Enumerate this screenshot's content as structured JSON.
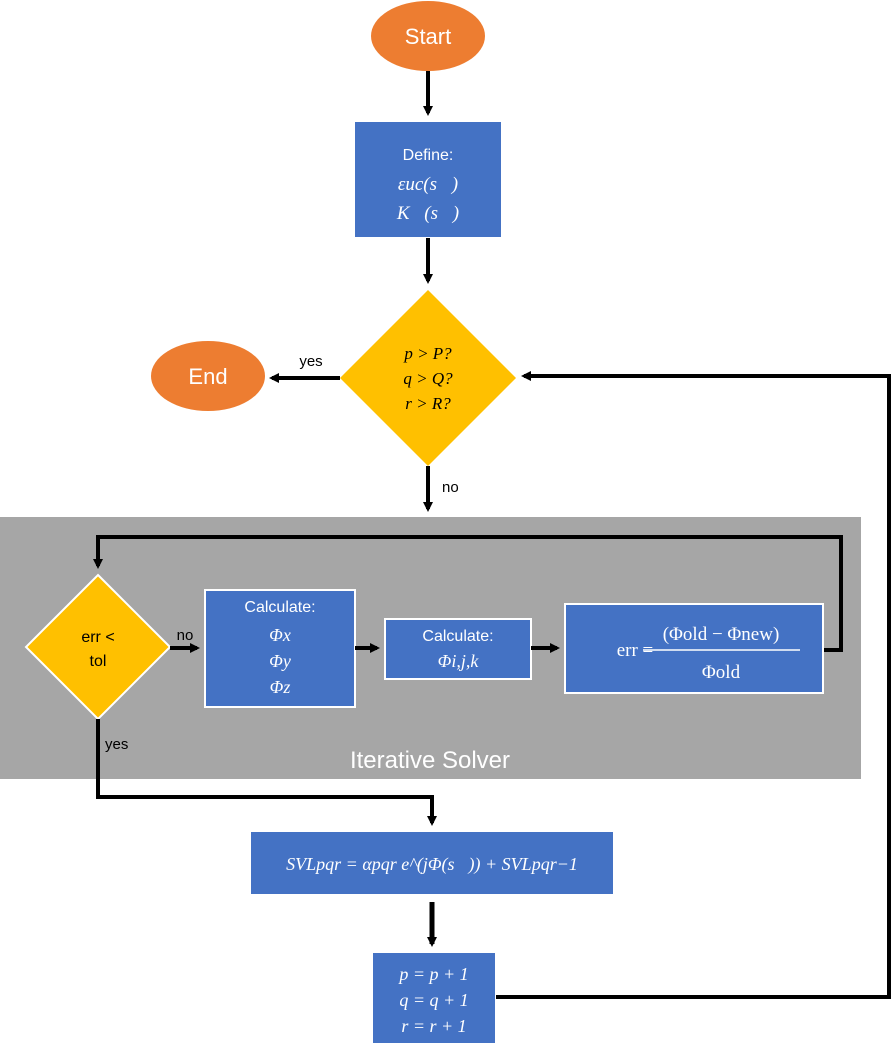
{
  "nodes": {
    "start": {
      "label": "Start"
    },
    "define": {
      "title": "Define:",
      "line1": "εuc(s⃗)",
      "line2": "K⃗(s⃗)"
    },
    "decision": {
      "line1": "p > P?",
      "line2": "q > Q?",
      "line3": "r > R?"
    },
    "end": {
      "label": "End"
    },
    "err_check": {
      "line1": "err <",
      "line2": "tol"
    },
    "calc_phi_xyz": {
      "title": "Calculate:",
      "line1": "Φx",
      "line2": "Φy",
      "line3": "Φz"
    },
    "calc_phi_ijk": {
      "title": "Calculate:",
      "line1": "Φi,j,k"
    },
    "err_formula": {
      "lhs": "err =",
      "numerator": "(Φold − Φnew)",
      "denominator": "Φold"
    },
    "svl": {
      "formula": "SVLpqr = αpqr e^(jΦ(s⃗)) + SVLpqr−1"
    },
    "increment": {
      "line1": "p = p + 1",
      "line2": "q = q + 1",
      "line3": "r = r + 1"
    }
  },
  "edges": {
    "decision_yes": "yes",
    "decision_no": "no",
    "err_no": "no",
    "err_yes": "yes"
  },
  "regions": {
    "iterative_solver": {
      "label": "Iterative Solver"
    }
  },
  "colors": {
    "orange": "#ED7D31",
    "blue": "#4472C4",
    "gold": "#FFC000",
    "gray": "#A6A6A6",
    "arrow": "#000000"
  }
}
